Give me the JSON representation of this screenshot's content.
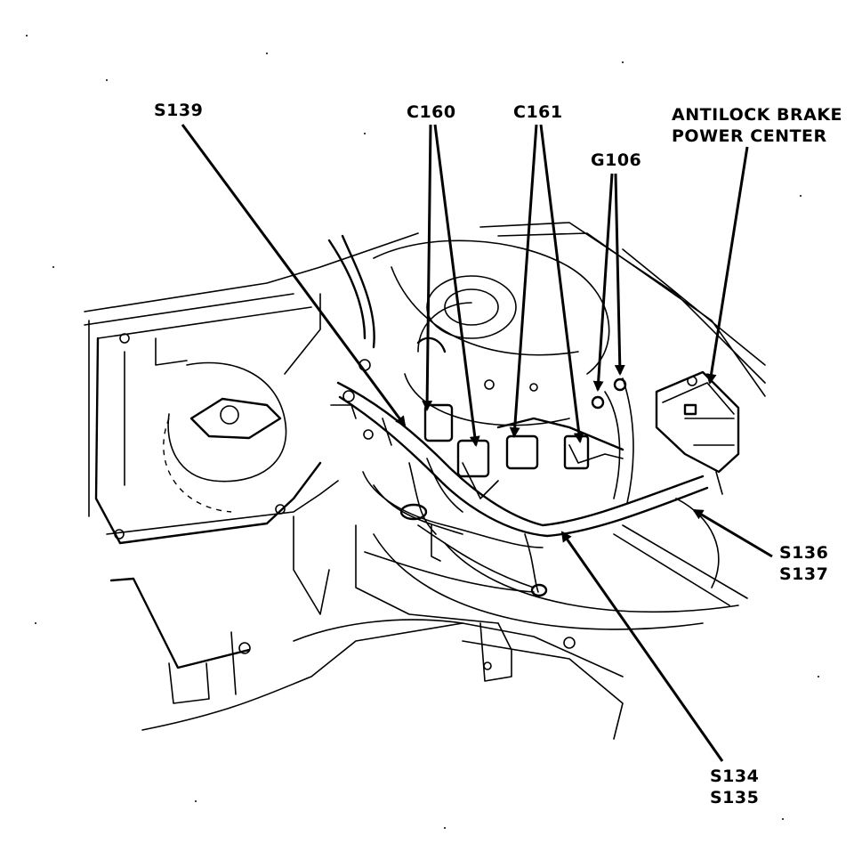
{
  "labels": {
    "s139": "S139",
    "c160": "C160",
    "c161": "C161",
    "g106": "G106",
    "abpc_line1": "ANTILOCK BRAKE",
    "abpc_line2": "POWER CENTER",
    "s136": "S136",
    "s137": "S137",
    "s134": "S134",
    "s135": "S135"
  }
}
